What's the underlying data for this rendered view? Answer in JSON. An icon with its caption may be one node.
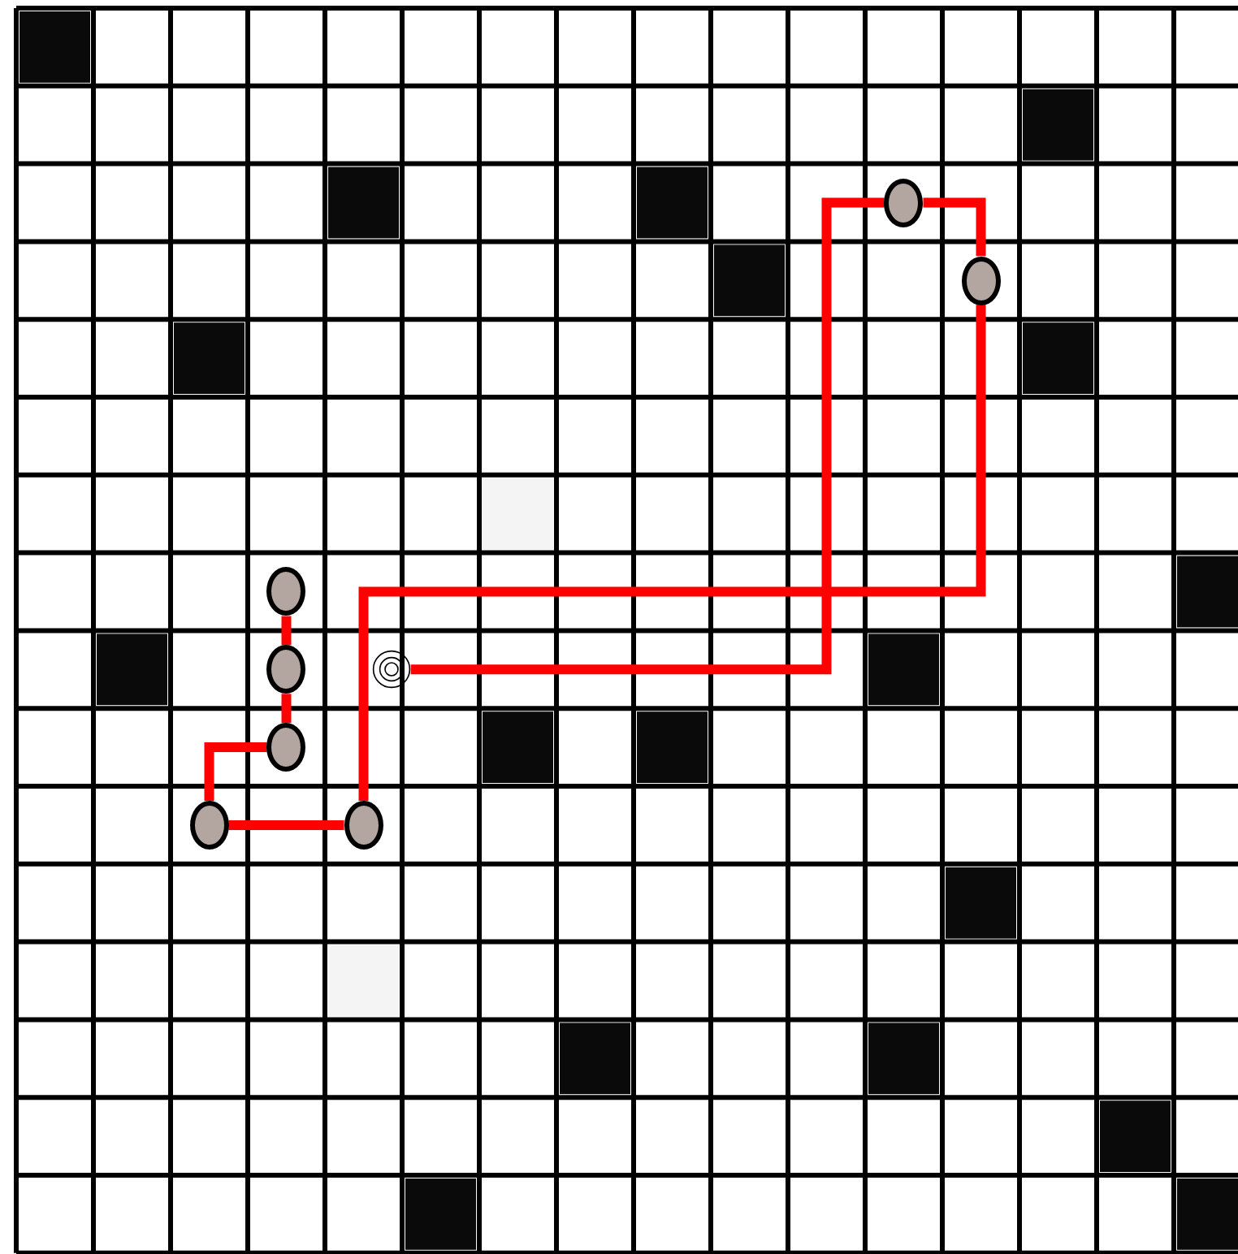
{
  "diagram": {
    "nodes": [
      {
        "text": [],
        "shape": "ellipse"
      },
      {
        "text": [],
        "shape": "ellipse"
      },
      {
        "text": [],
        "shape": "ellipse"
      },
      {
        "text": [],
        "shape": "ellipse"
      },
      {
        "text": [],
        "shape": "ellipse"
      },
      {
        "text": [],
        "shape": "ellipse"
      },
      {
        "text": [],
        "shape": "ellipse"
      },
      {
        "text": [],
        "shape": "target"
      }
    ],
    "edges": [
      {
        "from": 0,
        "to": 1,
        "arrow": "none"
      },
      {
        "from": 1,
        "to": 2,
        "arrow": "none"
      },
      {
        "from": 2,
        "to": 3,
        "arrow": "none"
      },
      {
        "from": 3,
        "to": 4,
        "arrow": "none"
      },
      {
        "from": 4,
        "to": 5,
        "arrow": "none"
      },
      {
        "from": 5,
        "to": 6,
        "arrow": "none"
      },
      {
        "from": 6,
        "to": 7,
        "arrow": "none"
      }
    ]
  }
}
